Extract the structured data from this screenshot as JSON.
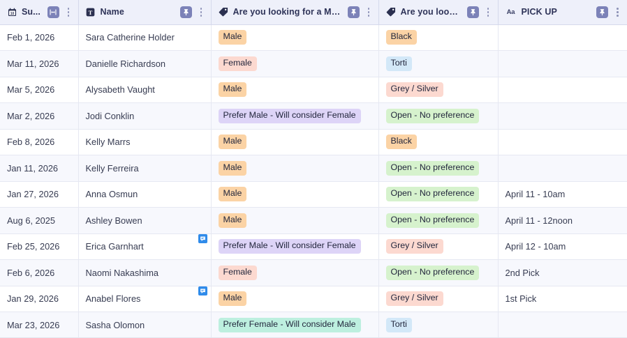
{
  "columns": [
    {
      "key": "date",
      "label": "Su...",
      "type_icon": "calendar-icon",
      "action_icon": "resize-column-icon",
      "action_color": "#7c82b8",
      "truncated": true
    },
    {
      "key": "name",
      "label": "Name",
      "type_icon": "text-type-icon",
      "action_icon": "pin-icon",
      "action_color": "#7c82b8",
      "truncated": false
    },
    {
      "key": "male",
      "label": "Are you looking for a Mal…",
      "type_icon": "tag-icon",
      "action_icon": "pin-icon",
      "action_color": "#7c82b8",
      "truncated": true
    },
    {
      "key": "color",
      "label": "Are you look…",
      "type_icon": "tag-icon",
      "action_icon": "pin-icon",
      "action_color": "#7c82b8",
      "truncated": true
    },
    {
      "key": "pickup",
      "label": "PICK UP",
      "type_icon": "aa-text-icon",
      "action_icon": "pin-icon",
      "action_color": "#7c82b8",
      "truncated": false
    }
  ],
  "tag_colors": {
    "orange": "#fbd3a5",
    "pink": "#fcd9d0",
    "purple": "#ddd4f7",
    "green": "#d6f2cd",
    "blue": "#d3e8f8",
    "teal": "#bdefdf"
  },
  "header_background": "#eef0fa",
  "row_alt_background": "#f7f8fd",
  "comment_badge_color": "#2f8bea",
  "rows": [
    {
      "date": "Feb 1, 2026",
      "name": "Sara Catherine Holder",
      "has_comment": false,
      "male": "Male",
      "male_color": "orange",
      "color": "Black",
      "color_color": "orange",
      "pickup": ""
    },
    {
      "date": "Mar 11, 2026",
      "name": "Danielle Richardson",
      "has_comment": false,
      "male": "Female",
      "male_color": "pink",
      "color": "Torti",
      "color_color": "blue",
      "pickup": ""
    },
    {
      "date": "Mar 5, 2026",
      "name": "Alysabeth Vaught",
      "has_comment": false,
      "male": "Male",
      "male_color": "orange",
      "color": "Grey / Silver",
      "color_color": "pink",
      "pickup": ""
    },
    {
      "date": "Mar 2, 2026",
      "name": "Jodi Conklin",
      "has_comment": false,
      "male": "Prefer Male - Will consider Female",
      "male_color": "purple",
      "color": "Open - No preference",
      "color_color": "green",
      "pickup": ""
    },
    {
      "date": "Feb 8, 2026",
      "name": "Kelly Marrs",
      "has_comment": false,
      "male": "Male",
      "male_color": "orange",
      "color": "Black",
      "color_color": "orange",
      "pickup": ""
    },
    {
      "date": "Jan 11, 2026",
      "name": "Kelly Ferreira",
      "has_comment": false,
      "male": "Male",
      "male_color": "orange",
      "color": "Open - No preference",
      "color_color": "green",
      "pickup": ""
    },
    {
      "date": "Jan 27, 2026",
      "name": "Anna Osmun",
      "has_comment": false,
      "male": "Male",
      "male_color": "orange",
      "color": "Open - No preference",
      "color_color": "green",
      "pickup": "April 11 - 10am"
    },
    {
      "date": "Aug 6, 2025",
      "name": "Ashley Bowen",
      "has_comment": false,
      "male": "Male",
      "male_color": "orange",
      "color": "Open - No preference",
      "color_color": "green",
      "pickup": "April 11 - 12noon"
    },
    {
      "date": "Feb 25, 2026",
      "name": "Erica Garnhart",
      "has_comment": true,
      "male": "Prefer Male - Will consider Female",
      "male_color": "purple",
      "color": "Grey / Silver",
      "color_color": "pink",
      "pickup": "April 12 - 10am"
    },
    {
      "date": "Feb 6, 2026",
      "name": "Naomi Nakashima",
      "has_comment": false,
      "male": "Female",
      "male_color": "pink",
      "color": "Open - No preference",
      "color_color": "green",
      "pickup": "2nd Pick"
    },
    {
      "date": "Jan 29, 2026",
      "name": "Anabel Flores",
      "has_comment": true,
      "male": "Male",
      "male_color": "orange",
      "color": "Grey / Silver",
      "color_color": "pink",
      "pickup": "1st Pick"
    },
    {
      "date": "Mar 23, 2026",
      "name": "Sasha Olomon",
      "has_comment": false,
      "male": "Prefer Female - Will consider Male",
      "male_color": "teal",
      "color": "Torti",
      "color_color": "blue",
      "pickup": ""
    }
  ]
}
